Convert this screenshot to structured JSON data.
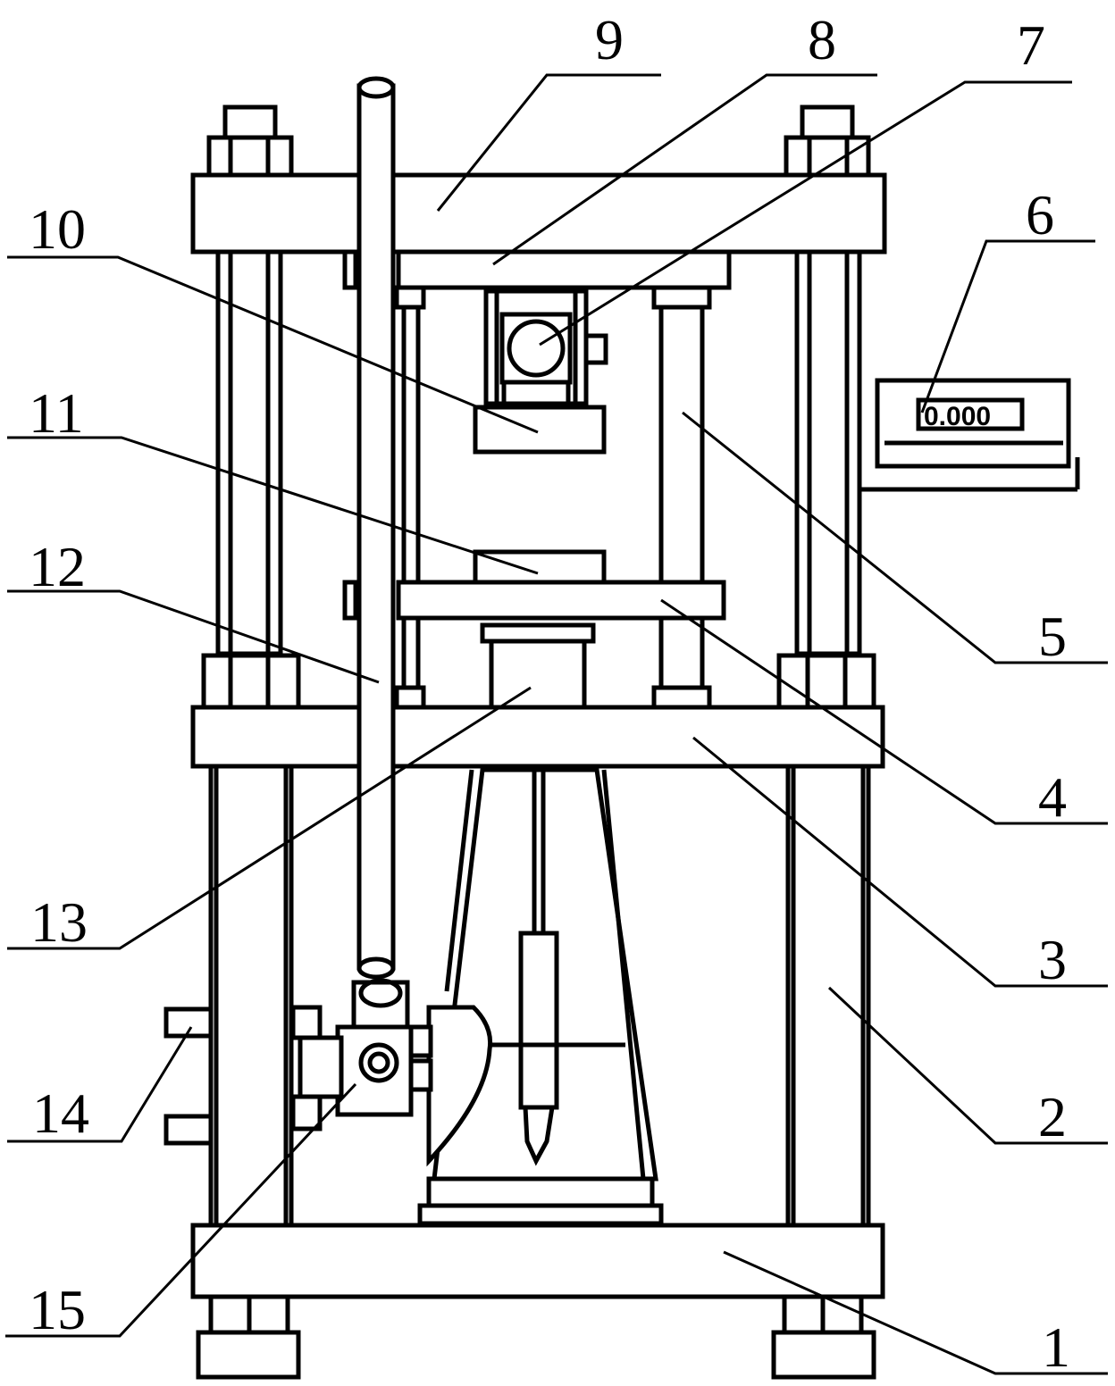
{
  "callouts": [
    {
      "id": "1",
      "text": "1"
    },
    {
      "id": "2",
      "text": "2"
    },
    {
      "id": "3",
      "text": "3"
    },
    {
      "id": "4",
      "text": "4"
    },
    {
      "id": "5",
      "text": "5"
    },
    {
      "id": "6",
      "text": "6"
    },
    {
      "id": "7",
      "text": "7"
    },
    {
      "id": "8",
      "text": "8"
    },
    {
      "id": "9",
      "text": "9"
    },
    {
      "id": "10",
      "text": "10"
    },
    {
      "id": "11",
      "text": "11"
    },
    {
      "id": "12",
      "text": "12"
    },
    {
      "id": "13",
      "text": "13"
    },
    {
      "id": "14",
      "text": "14"
    },
    {
      "id": "15",
      "text": "15"
    }
  ],
  "display": {
    "reading": "0.000"
  },
  "colors": {
    "line": "#000000",
    "background": "#ffffff"
  }
}
